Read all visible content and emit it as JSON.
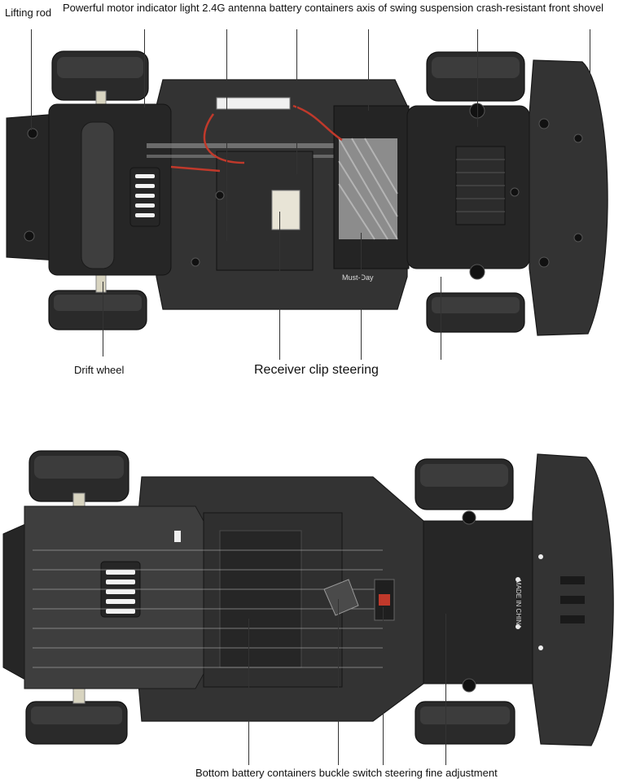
{
  "top_labels": {
    "lifting_rod": "Lifting rod",
    "header_line": "Powerful motor indicator light 2.4G antenna battery containers axis of swing suspension crash-resistant front shovel",
    "drift_wheel": "Drift wheel",
    "receiver_clip_steering": "Receiver clip steering"
  },
  "top_image": {
    "brand_mark": "Must-Day"
  },
  "bottom_labels": {
    "caption": "Bottom battery containers buckle switch steering fine adjustment"
  },
  "bottom_image": {
    "made_in_mark": "MADE IN CHINA"
  },
  "colors": {
    "background": "#ffffff",
    "chassis": "#333333",
    "tire": "#2a2a2a",
    "wire_red": "#c0392b"
  }
}
